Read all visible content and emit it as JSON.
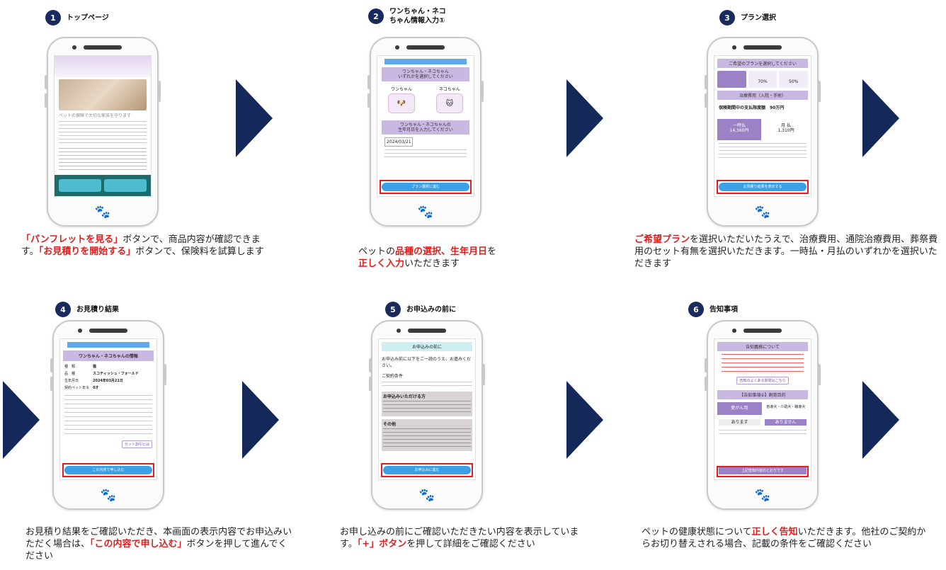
{
  "steps": [
    {
      "num": "1",
      "title": "トップページ"
    },
    {
      "num": "2",
      "title": "ワンちゃん・ネコ\nちゃん情報入力①"
    },
    {
      "num": "3",
      "title": "プラン選択"
    },
    {
      "num": "4",
      "title": "お見積り結果"
    },
    {
      "num": "5",
      "title": "お申込みの前に"
    },
    {
      "num": "6",
      "title": "告知事項"
    }
  ],
  "screens": {
    "s1": {
      "tagline": "ペットの保険で大切な家族を守ります"
    },
    "s2": {
      "header": "ワンちゃん・ネコちゃん\nいずれかを選択してください",
      "dog": "ワンちゃん",
      "cat": "ネコちゃん",
      "birth_header": "ワンちゃん・ネコちゃんの\n生年月日を入力してください",
      "date": "2024/03/21",
      "button": "プラン選択に進む"
    },
    "s3": {
      "header": "ご希望のプランを選択してください",
      "plans": [
        "70%",
        "50%"
      ],
      "cost_header": "治療費用（入院・手術）",
      "limit": "保険期間中の支払限度額　90万円",
      "pay_once": "一時払\n14,360円",
      "pay_month": "月 払\n1,310円",
      "button": "お見積り結果を表示する"
    },
    "s4": {
      "header": "ワンちゃん・ネコちゃんの情報",
      "rows": [
        {
          "k": "種　類",
          "v": "猫"
        },
        {
          "k": "品　種",
          "v": "スコティッシュ・フォールド"
        },
        {
          "k": "生年月日",
          "v": "2024年03月21日"
        },
        {
          "k": "契約ペット年令",
          "v": "0才"
        }
      ],
      "note": "セット割引とは",
      "button": "この内容で申し込む"
    },
    "s5": {
      "header": "お申込みの前に",
      "intro": "お申込み前に以下をご一読のうえ、お進みください。",
      "cond": "ご契約条件",
      "sec1": "お申込みいただける方",
      "sec2": "その他",
      "button": "お申込みに進む"
    },
    "s6": {
      "header": "告知義務について",
      "link": "告知のよくある質問はこちら",
      "sec": "【告知事項①】飼育目的",
      "opt1": "愛がん用",
      "opt2": "盲導犬・介助犬・聴導犬",
      "yes": "あります",
      "no": "ありません",
      "button": "上記告知内容のとおりです"
    }
  },
  "descriptions": {
    "d1": [
      {
        "t": "「パンフレットを見る」",
        "r": true
      },
      {
        "t": "ボタンで、商品内容が確認できます。",
        "r": false
      },
      {
        "t": "「お見積りを開始する」",
        "r": true
      },
      {
        "t": "ボタンで、保険料を試算します",
        "r": false
      }
    ],
    "d2": [
      {
        "t": "ペットの",
        "r": false
      },
      {
        "t": "品種の選択、生年月日",
        "r": true
      },
      {
        "t": "を",
        "r": false
      },
      {
        "t": "\n",
        "r": false
      },
      {
        "t": "正しく入力",
        "r": true
      },
      {
        "t": "いただきます",
        "r": false
      }
    ],
    "d3": [
      {
        "t": "ご希望プラン",
        "r": true
      },
      {
        "t": "を選択いただいたうえで、治療費用、通院治療費用、葬祭費用のセット有無を選択いただきます。一時払・月払のいずれかを選択いただきます",
        "r": false
      }
    ],
    "d4": [
      {
        "t": "お見積り結果をご確認いただき、本画面の表示内容でお申込みいただく場合は、",
        "r": false
      },
      {
        "t": "「この内容で申し込む」",
        "r": true
      },
      {
        "t": "ボタンを押して進んでください",
        "r": false
      }
    ],
    "d5": [
      {
        "t": "お申し込みの前にご確認いただきたい内容を表示しています。",
        "r": false
      },
      {
        "t": "「+」ボタン",
        "r": true
      },
      {
        "t": "を押して詳細をご確認ください",
        "r": false
      }
    ],
    "d6": [
      {
        "t": "ペットの健康状態について",
        "r": false
      },
      {
        "t": "正しく告知",
        "r": true
      },
      {
        "t": "いただきます。他社のご契約からお切り替えされる場合、記載の条件をご確認ください",
        "r": false
      }
    ]
  },
  "colors": {
    "accent": "#e31b1b",
    "navy": "#15285a",
    "lavender": "#c9b8e2",
    "button": "#3ba0e6"
  }
}
